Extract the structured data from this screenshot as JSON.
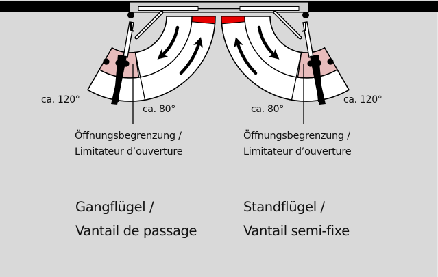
{
  "colors": {
    "background": "#d9d9d9",
    "wall": "#000000",
    "frame": "#d0d0d0",
    "band": "#ffffff",
    "limiter_zone": "#e8bcbc",
    "stop_zone": "#e60000",
    "ink": "#111111"
  },
  "left_wing": {
    "angle_max_label": "ca. 120°",
    "angle_limit_label": "ca. 80°",
    "limiter_label_line1": "Öffnungsbegrenzung /",
    "limiter_label_line2": "Limitateur d’ouverture",
    "title_line1": "Gangflügel /",
    "title_line2": "Vantail de passage",
    "icons": [
      "hinge-pivot-icon",
      "door-leaf-icon",
      "closer-arm-icon",
      "closing-arrow-icon",
      "opening-arrow-icon",
      "limiter-detent-icon"
    ]
  },
  "right_wing": {
    "angle_max_label": "ca. 120°",
    "angle_limit_label": "ca. 80°",
    "limiter_label_line1": "Öffnungsbegrenzung /",
    "limiter_label_line2": "Limitateur d’ouverture",
    "title_line1": "Standflügel /",
    "title_line2": "Vantail semi-fixe",
    "icons": [
      "hinge-pivot-icon",
      "door-leaf-icon",
      "closer-arm-icon",
      "closing-arrow-icon",
      "opening-arrow-icon",
      "limiter-detent-icon"
    ]
  }
}
